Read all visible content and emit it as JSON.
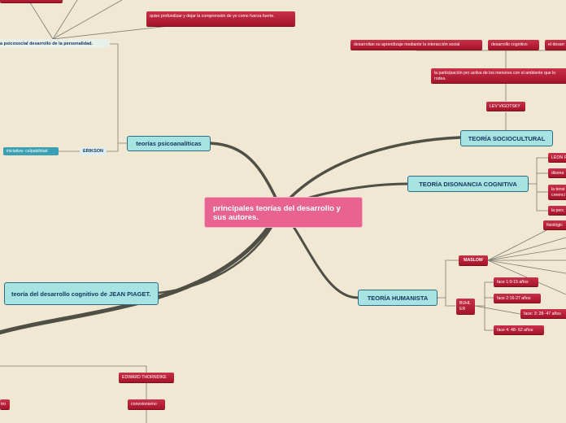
{
  "central": {
    "title": "principales teorías del desarrollo y sus autores."
  },
  "branches": {
    "psicoanaliticas": "teorías psicoanalíticas",
    "piaget": "teoría del desarrollo cognitivo de JEAN PIAGET.",
    "sociocultural": "TEORÍA SOCIOCULTURAL",
    "disonancia": "TEORÍA DISONANCIA COGNITIVA",
    "humanista": "TEORÍA HUMANISTA"
  },
  "psico": {
    "psicosocial": "a psicosocial desarrollo de la personalidad.",
    "quiso": "quiso profundizar y dejar la comprensión de yo como fuerza fuerte.",
    "erikson": "ERIKSON",
    "iniciativa": "iniciativa- culpabilidad"
  },
  "socio": {
    "desarrollan": "desarrollan su aprendizaje mediante la interacción social",
    "cognitivo": "desarrollo cognitivo",
    "el": "el desarr",
    "participacion": "la participación pro activa de los menores con el ambiente que lo rodea.",
    "vigotsky": "LEV VIGOTSKY"
  },
  "disonancia": {
    "leon": "LEON F",
    "disona": "disona",
    "tension": "la tensi creenci",
    "perc": "la perc"
  },
  "humanista": {
    "maslow": "MASLOW",
    "fisiologic": "fisiológic",
    "buhler": "BUHL ER",
    "face1": "face 1:0-15 años",
    "face2": "face 2:16-27 años",
    "face3": "face: 3: 28- 47 años",
    "face4": "face 4: 48- 62 años"
  },
  "bottom": {
    "thorndike": "EDWARD THORNDIKE",
    "conexionismo": "conexionismo",
    "tro": "tro"
  }
}
